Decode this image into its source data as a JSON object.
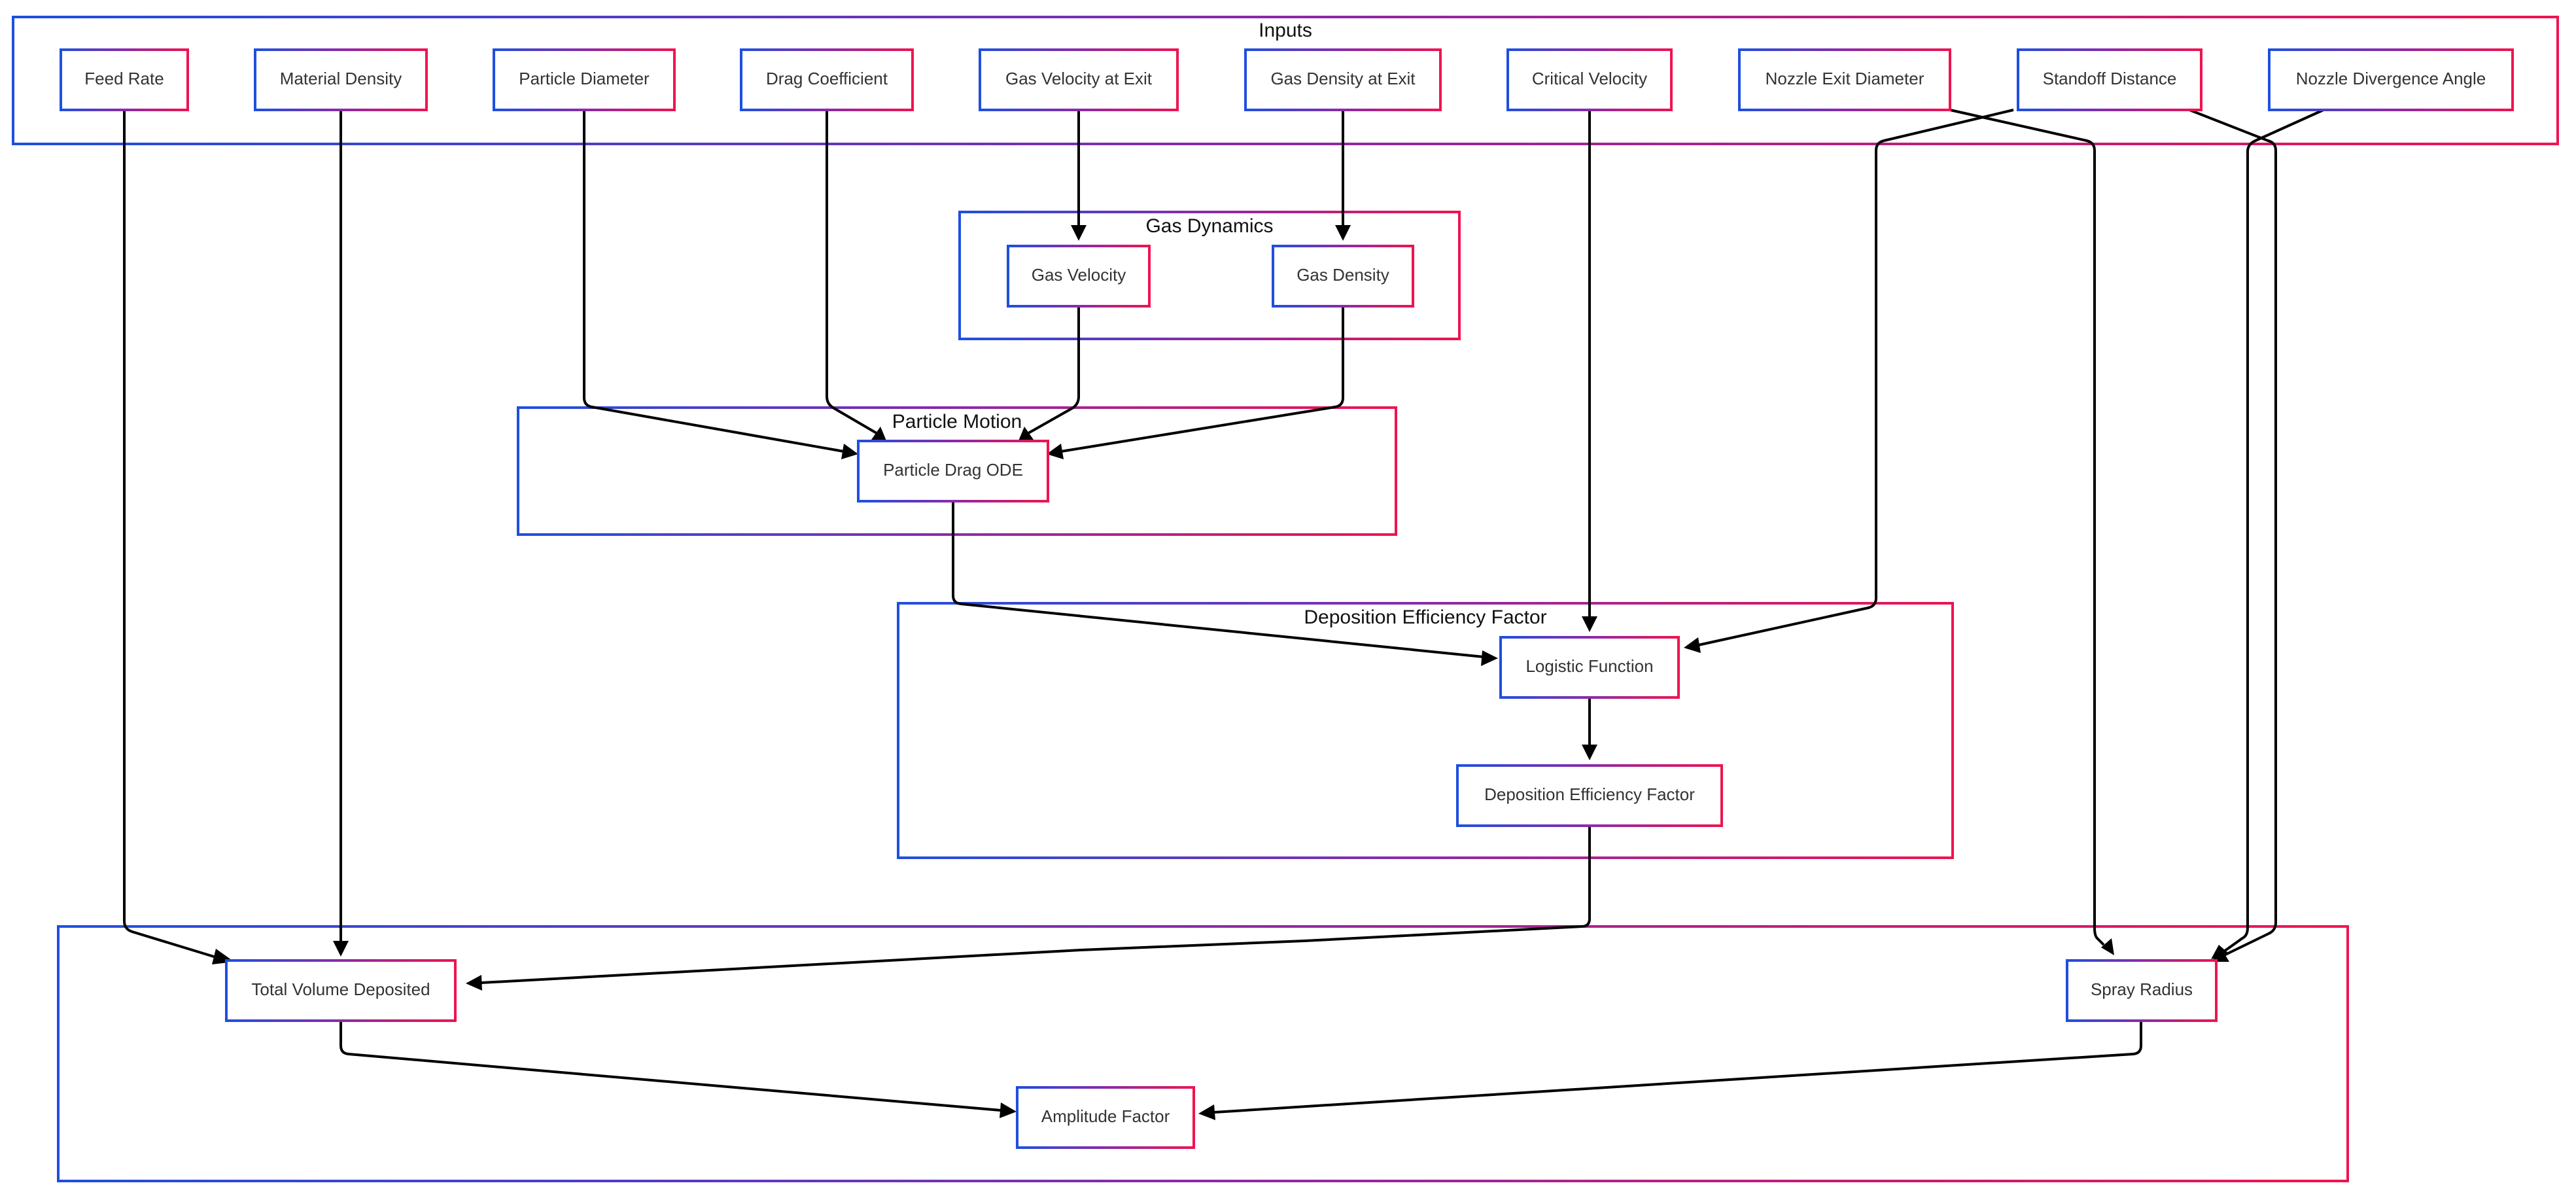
{
  "clusters": {
    "inputs": {
      "title": "Inputs"
    },
    "gas_dynamics": {
      "title": "Gas Dynamics"
    },
    "particle_motion": {
      "title": "Particle Motion"
    },
    "deposition": {
      "title": "Deposition Efficiency Factor"
    },
    "outputs": {
      "title": ""
    }
  },
  "nodes": {
    "feed_rate": "Feed Rate",
    "material_density": "Material Density",
    "particle_diameter": "Particle Diameter",
    "drag_coefficient": "Drag Coefficient",
    "gas_velocity_exit": "Gas Velocity at Exit",
    "gas_density_exit": "Gas Density at Exit",
    "critical_velocity": "Critical Velocity",
    "nozzle_exit_diameter": "Nozzle Exit Diameter",
    "standoff_distance": "Standoff Distance",
    "nozzle_divergence_angle": "Nozzle Divergence Angle",
    "gas_velocity": "Gas Velocity",
    "gas_density": "Gas Density",
    "particle_drag_ode": "Particle Drag ODE",
    "logistic_function": "Logistic Function",
    "deposition_efficiency_factor": "Deposition Efficiency Factor",
    "total_volume_deposited": "Total Volume Deposited",
    "spray_radius": "Spray Radius",
    "amplitude_factor": "Amplitude Factor"
  },
  "edges": [
    [
      "gas_velocity_exit",
      "gas_velocity"
    ],
    [
      "gas_density_exit",
      "gas_density"
    ],
    [
      "particle_diameter",
      "particle_drag_ode"
    ],
    [
      "drag_coefficient",
      "particle_drag_ode"
    ],
    [
      "gas_velocity",
      "particle_drag_ode"
    ],
    [
      "gas_density",
      "particle_drag_ode"
    ],
    [
      "critical_velocity",
      "logistic_function"
    ],
    [
      "particle_drag_ode",
      "logistic_function"
    ],
    [
      "standoff_distance",
      "logistic_function"
    ],
    [
      "logistic_function",
      "deposition_efficiency_factor"
    ],
    [
      "feed_rate",
      "total_volume_deposited"
    ],
    [
      "material_density",
      "total_volume_deposited"
    ],
    [
      "deposition_efficiency_factor",
      "total_volume_deposited"
    ],
    [
      "nozzle_exit_diameter",
      "spray_radius"
    ],
    [
      "standoff_distance",
      "spray_radius"
    ],
    [
      "nozzle_divergence_angle",
      "spray_radius"
    ],
    [
      "total_volume_deposited",
      "amplitude_factor"
    ],
    [
      "spray_radius",
      "amplitude_factor"
    ]
  ],
  "colors": {
    "gradient_start": "#1f4fe0",
    "gradient_mid": "#8a2aa8",
    "gradient_end": "#ee1450",
    "edge": "#000000",
    "text": "#333333"
  }
}
